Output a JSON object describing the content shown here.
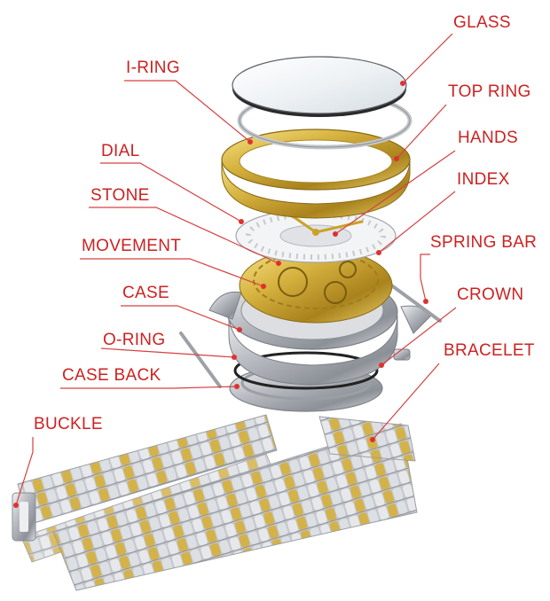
{
  "colors": {
    "label": "#cc2222",
    "leader": "#d64040",
    "dot": "#e03030",
    "gold": "#c9a227",
    "steel": "#b9bcc2"
  },
  "labels": {
    "glass": "GLASS",
    "i_ring": "I-RING",
    "top_ring": "TOP RING",
    "hands": "HANDS",
    "dial": "DIAL",
    "index": "INDEX",
    "stone": "STONE",
    "movement": "MOVEMENT",
    "spring_bar": "SPRING BAR",
    "case": "CASE",
    "crown": "CROWN",
    "o_ring": "O-RING",
    "bracelet": "BRACELET",
    "case_back": "CASE BACK",
    "buckle": "BUCKLE"
  }
}
